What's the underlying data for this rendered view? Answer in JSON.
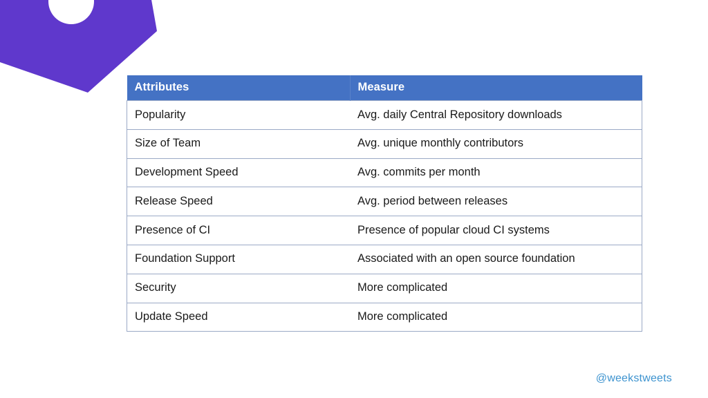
{
  "slide": {
    "background_color": "#ffffff",
    "decor": {
      "shape_name": "purple-pentagon",
      "fill_color": "#5f38cc",
      "cutout_name": "white-circle-cutout",
      "cutout_color": "#ffffff"
    },
    "watermark": {
      "text": "@weekstweets",
      "color": "#3d93cf"
    }
  },
  "table": {
    "header_bg": "#4472c4",
    "header_text_color": "#ffffff",
    "border_color": "#9aa9c6",
    "body_text_color": "#1a1a1a",
    "columns": [
      {
        "key": "attribute",
        "label": "Attributes"
      },
      {
        "key": "measure",
        "label": "Measure"
      }
    ],
    "rows": [
      {
        "attribute": "Popularity",
        "measure": "Avg. daily Central Repository downloads"
      },
      {
        "attribute": "Size of Team",
        "measure": "Avg. unique monthly contributors"
      },
      {
        "attribute": "Development Speed",
        "measure": "Avg. commits per month"
      },
      {
        "attribute": "Release Speed",
        "measure": "Avg. period between releases"
      },
      {
        "attribute": "Presence of CI",
        "measure": "Presence of popular cloud CI systems"
      },
      {
        "attribute": "Foundation Support",
        "measure": "Associated with an open source foundation"
      },
      {
        "attribute": "Security",
        "measure": "More complicated"
      },
      {
        "attribute": "Update Speed",
        "measure": "More complicated"
      }
    ]
  }
}
